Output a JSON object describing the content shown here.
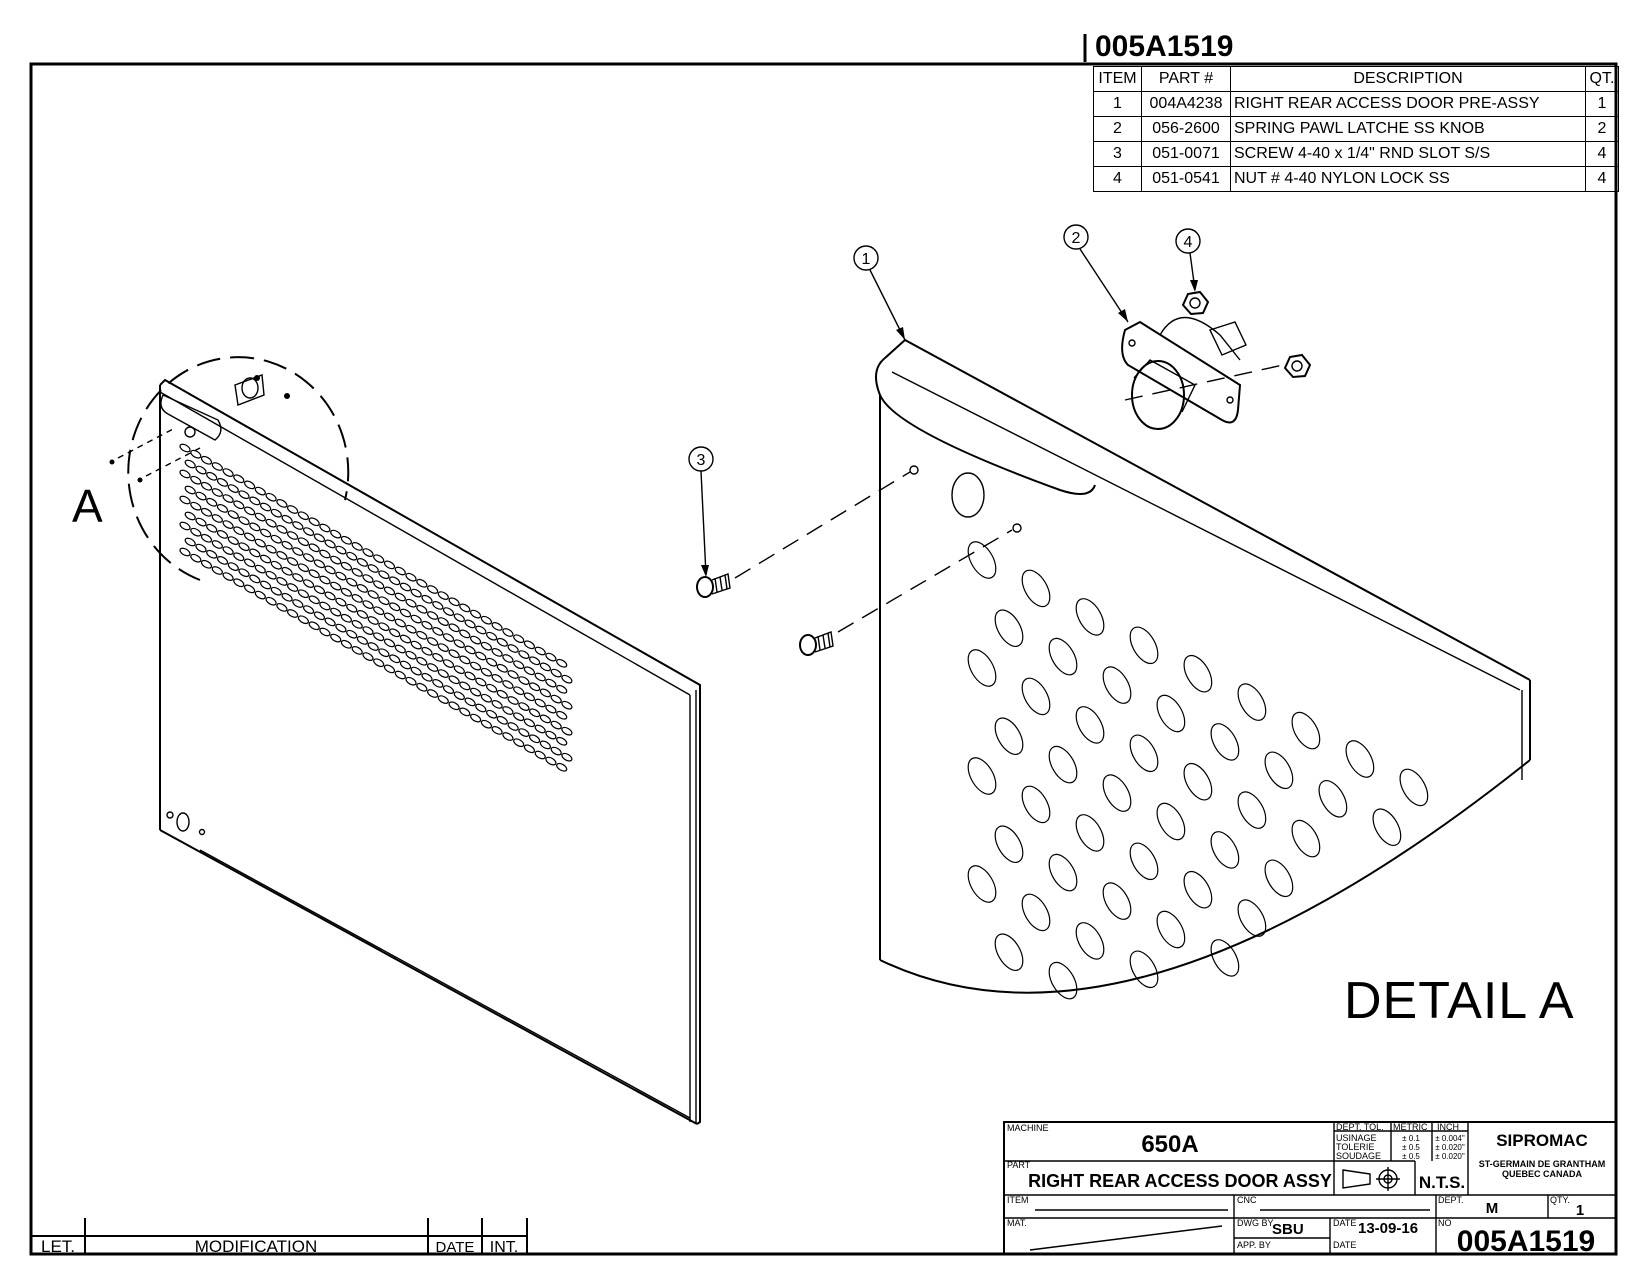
{
  "drawing_number_top": "005A1519",
  "bom": {
    "headers": [
      "ITEM",
      "PART #",
      "DESCRIPTION",
      "QT."
    ],
    "rows": [
      {
        "item": "1",
        "part": "004A4238",
        "description": "RIGHT REAR ACCESS DOOR PRE-ASSY",
        "qty": "1"
      },
      {
        "item": "2",
        "part": "056-2600",
        "description": "SPRING PAWL LATCHE SS KNOB",
        "qty": "2"
      },
      {
        "item": "3",
        "part": "051-0071",
        "description": "SCREW 4-40 x 1/4\" RND SLOT S/S",
        "qty": "4"
      },
      {
        "item": "4",
        "part": "051-0541",
        "description": "NUT # 4-40 NYLON LOCK SS",
        "qty": "4"
      }
    ]
  },
  "balloons": {
    "b1": "1",
    "b2": "2",
    "b3": "3",
    "b4": "4"
  },
  "detail": {
    "callout": "A",
    "label": "DETAIL A"
  },
  "revision_block": {
    "let": "LET.",
    "modification": "MODIFICATION",
    "date": "DATE",
    "int": "INT."
  },
  "title_block": {
    "machine_label": "MACHINE",
    "machine": "650A",
    "part_label": "PART",
    "part": "RIGHT REAR ACCESS DOOR ASSY",
    "tol_header": "DEPT. TOL.",
    "metric_header": "METRIC",
    "inch_header": "INCH",
    "tol_rows": [
      {
        "name": "USINAGE",
        "metric": "± 0.1",
        "inch": "± 0.004\""
      },
      {
        "name": "TOLERIE",
        "metric": "± 0.5",
        "inch": "± 0.020\""
      },
      {
        "name": "SOUDAGE",
        "metric": "± 0.5",
        "inch": "± 0.020\""
      }
    ],
    "scale": "N.T.S.",
    "company": "SIPROMAC",
    "address_line1": "ST-GERMAIN DE GRANTHAM",
    "address_line2": "QUEBEC CANADA",
    "item_label": "ITEM",
    "cnc_label": "CNC",
    "dept_label": "DEPT.",
    "dept": "M",
    "qty_label": "QTY.",
    "qty": "1",
    "mat_label": "MAT.",
    "dwg_by_label": "DWG BY",
    "dwg_by": "SBU",
    "app_by_label": "APP. BY",
    "date_label": "DATE",
    "date": "13-09-16",
    "date2_label": "DATE",
    "no_label": "NO",
    "number": "005A1519"
  }
}
